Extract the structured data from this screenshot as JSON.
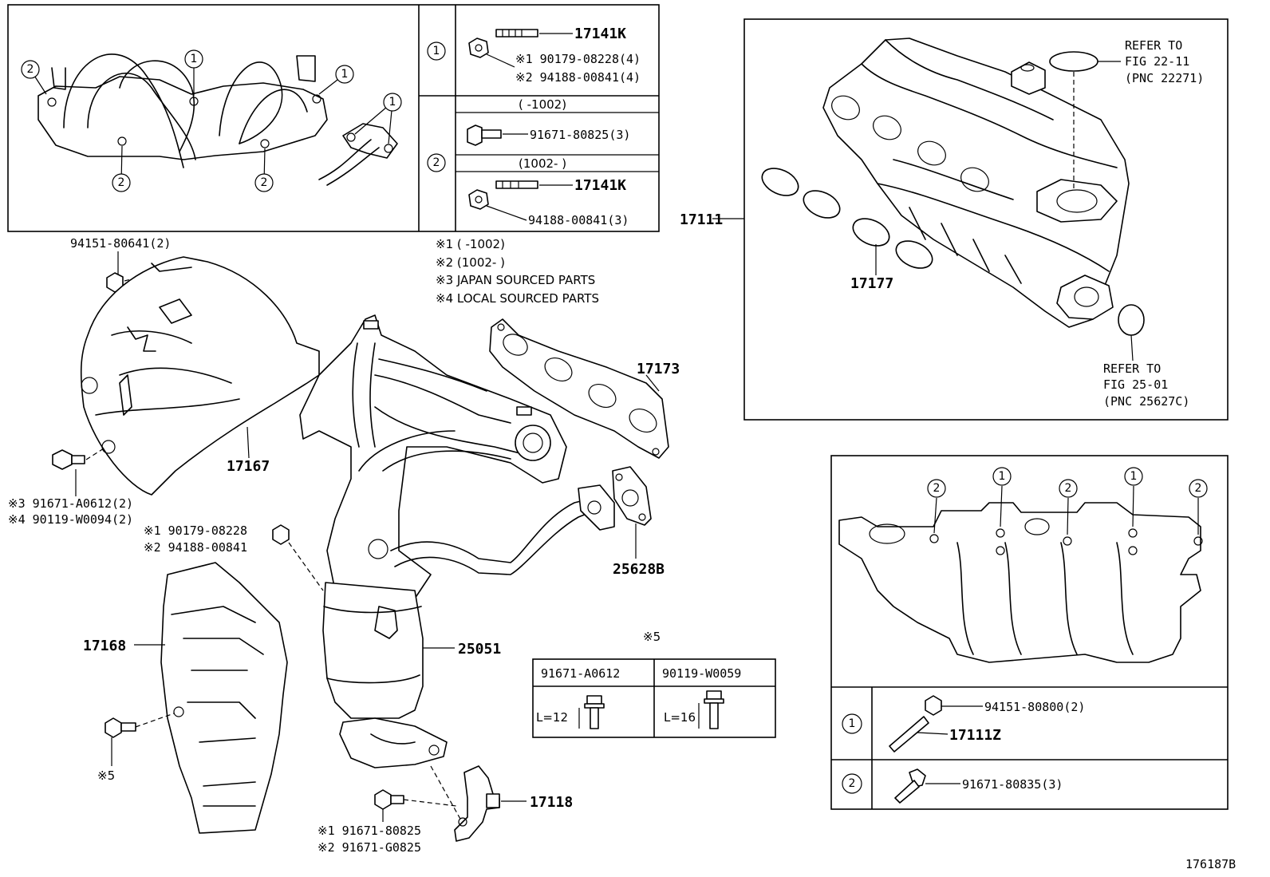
{
  "mark_1": "1",
  "mark_2": "2",
  "top_table": {
    "row1_pn": "17141K",
    "row1_note1": "※1 90179-08228(4)",
    "row1_note2": "※2 94188-00841(4)",
    "row2_header_a": "(    -1002)",
    "row2_pn_a": "91671-80825(3)",
    "row2_header_b": "(1002-    )",
    "row2_pn_b": "17141K",
    "row2_pn_c": "94188-00841(3)"
  },
  "notes": {
    "n1": "※1 (    -1002)",
    "n2": "※2 (1002-    )",
    "n3": "※3 JAPAN SOURCED PARTS",
    "n4": "※4 LOCAL SOURCED PARTS"
  },
  "parts": {
    "p94151_80641": "94151-80641(2)",
    "p17167": "17167",
    "p17173": "17173",
    "p91671_A0612": "※3 91671-A0612(2)",
    "p90119_W0094": "※4 90119-W0094(2)",
    "p90179_08228": "※1 90179-08228",
    "p94188_00841": "※2 94188-00841",
    "p25628B": "25628B",
    "p17168": "17168",
    "p25051": "25051",
    "p_mark5": "※5",
    "p17118": "17118",
    "p91671_80825": "※1 91671-80825",
    "p91671_G0825": "※2 91671-G0825",
    "p17111": "17111",
    "p17177": "17177",
    "refer1_l1": "REFER TO",
    "refer1_l2": "FIG 22-11",
    "refer1_l3": "(PNC 22271)",
    "refer2_l1": "REFER TO",
    "refer2_l2": "FIG 25-01",
    "refer2_l3": "(PNC 25627C)",
    "fig_id": "176187B"
  },
  "bolt_table": {
    "title": "※5",
    "col1": "91671-A0612",
    "col2": "90119-W0059",
    "len1": "L=12",
    "len2": "L=16"
  },
  "intake_table": {
    "row1_pn_a": "94151-80800(2)",
    "row1_pn_b": "17111Z",
    "row2_pn": "91671-80835(3)"
  }
}
